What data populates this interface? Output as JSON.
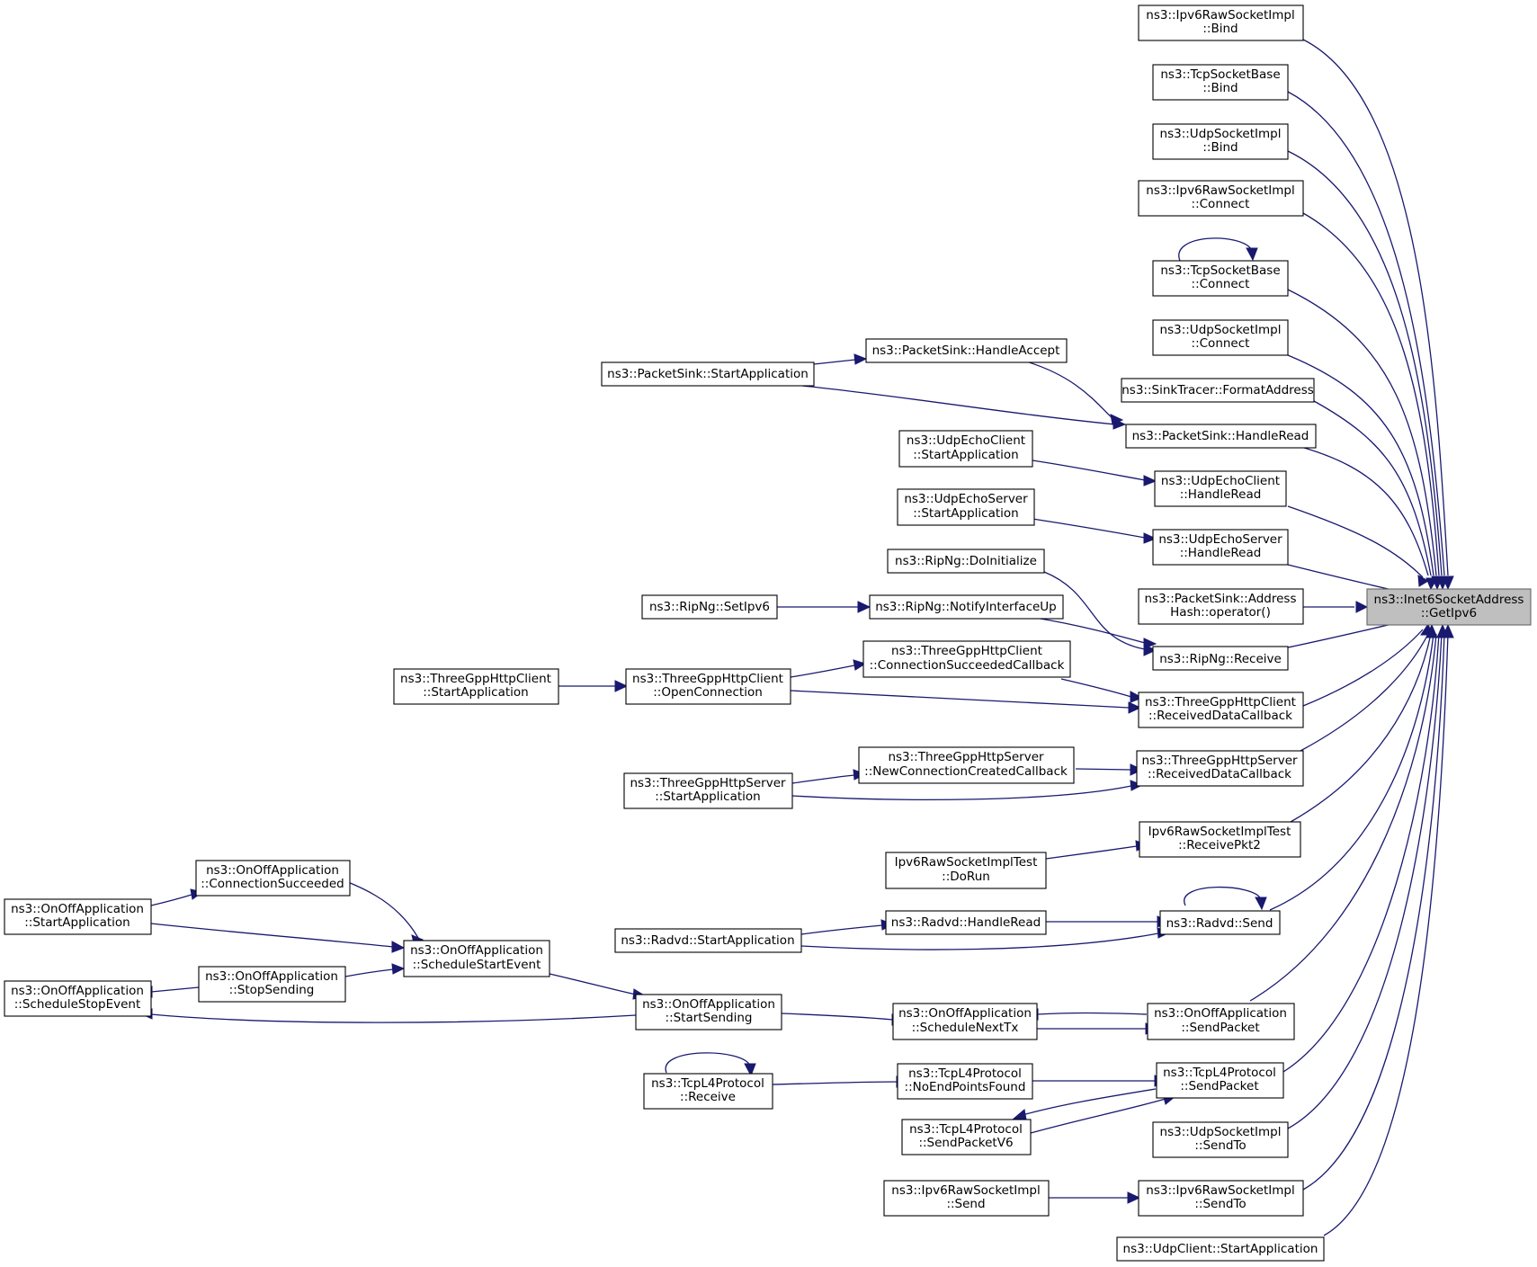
{
  "colors": {
    "edge": "#191970",
    "target_fill": "#bfbfbf",
    "node_fill": "#ffffff"
  },
  "nodes": {
    "target": {
      "l1": "ns3::Inet6SocketAddress",
      "l2": "::GetIpv6"
    },
    "ipv6raw_bind": {
      "l1": "ns3::Ipv6RawSocketImpl",
      "l2": "::Bind"
    },
    "tcpbase_bind": {
      "l1": "ns3::TcpSocketBase",
      "l2": "::Bind"
    },
    "udpsock_bind": {
      "l1": "ns3::UdpSocketImpl",
      "l2": "::Bind"
    },
    "ipv6raw_connect": {
      "l1": "ns3::Ipv6RawSocketImpl",
      "l2": "::Connect"
    },
    "tcpbase_connect": {
      "l1": "ns3::TcpSocketBase",
      "l2": "::Connect"
    },
    "udpsock_connect": {
      "l1": "ns3::UdpSocketImpl",
      "l2": "::Connect"
    },
    "sinktracer": {
      "l1": "ns3::SinkTracer::FormatAddress"
    },
    "packetsink_handleread": {
      "l1": "ns3::PacketSink::HandleRead"
    },
    "packetsink_handleaccept": {
      "l1": "ns3::PacketSink::HandleAccept"
    },
    "packetsink_start": {
      "l1": "ns3::PacketSink::StartApplication"
    },
    "udpechoclient_start": {
      "l1": "ns3::UdpEchoClient",
      "l2": "::StartApplication"
    },
    "udpechoclient_handleread": {
      "l1": "ns3::UdpEchoClient",
      "l2": "::HandleRead"
    },
    "udpechoserver_start": {
      "l1": "ns3::UdpEchoServer",
      "l2": "::StartApplication"
    },
    "udpechoserver_handleread": {
      "l1": "ns3::UdpEchoServer",
      "l2": "::HandleRead"
    },
    "ripng_doinit": {
      "l1": "ns3::RipNg::DoInitialize"
    },
    "packetsink_addresshash": {
      "l1": "ns3::PacketSink::Address",
      "l2": "Hash::operator()"
    },
    "ripng_setipv6": {
      "l1": "ns3::RipNg::SetIpv6"
    },
    "ripng_notify": {
      "l1": "ns3::RipNg::NotifyInterfaceUp"
    },
    "ripng_receive": {
      "l1": "ns3::RipNg::Receive"
    },
    "tgclient_connsucc": {
      "l1": "ns3::ThreeGppHttpClient",
      "l2": "::ConnectionSucceededCallback"
    },
    "tgclient_start": {
      "l1": "ns3::ThreeGppHttpClient",
      "l2": "::StartApplication"
    },
    "tgclient_open": {
      "l1": "ns3::ThreeGppHttpClient",
      "l2": "::OpenConnection"
    },
    "tgclient_recv": {
      "l1": "ns3::ThreeGppHttpClient",
      "l2": "::ReceivedDataCallback"
    },
    "tgserver_newconn": {
      "l1": "ns3::ThreeGppHttpServer",
      "l2": "::NewConnectionCreatedCallback"
    },
    "tgserver_start": {
      "l1": "ns3::ThreeGppHttpServer",
      "l2": "::StartApplication"
    },
    "tgserver_recv": {
      "l1": "ns3::ThreeGppHttpServer",
      "l2": "::ReceivedDataCallback"
    },
    "ipv6rawtest_recv": {
      "l1": "Ipv6RawSocketImplTest",
      "l2": "::ReceivePkt2"
    },
    "ipv6rawtest_dorun": {
      "l1": "Ipv6RawSocketImplTest",
      "l2": "::DoRun"
    },
    "onoff_connsucc": {
      "l1": "ns3::OnOffApplication",
      "l2": "::ConnectionSucceeded"
    },
    "onoff_start": {
      "l1": "ns3::OnOffApplication",
      "l2": "::StartApplication"
    },
    "radvd_handleread": {
      "l1": "ns3::Radvd::HandleRead"
    },
    "radvd_send": {
      "l1": "ns3::Radvd::Send"
    },
    "radvd_start": {
      "l1": "ns3::Radvd::StartApplication"
    },
    "onoff_schedstart": {
      "l1": "ns3::OnOffApplication",
      "l2": "::ScheduleStartEvent"
    },
    "onoff_schedstop": {
      "l1": "ns3::OnOffApplication",
      "l2": "::ScheduleStopEvent"
    },
    "onoff_stopsending": {
      "l1": "ns3::OnOffApplication",
      "l2": "::StopSending"
    },
    "onoff_startsending": {
      "l1": "ns3::OnOffApplication",
      "l2": "::StartSending"
    },
    "onoff_schednext": {
      "l1": "ns3::OnOffApplication",
      "l2": "::ScheduleNextTx"
    },
    "onoff_sendpacket": {
      "l1": "ns3::OnOffApplication",
      "l2": "::SendPacket"
    },
    "tcpl4_receive": {
      "l1": "ns3::TcpL4Protocol",
      "l2": "::Receive"
    },
    "tcpl4_noend": {
      "l1": "ns3::TcpL4Protocol",
      "l2": "::NoEndPointsFound"
    },
    "tcpl4_sendpacket": {
      "l1": "ns3::TcpL4Protocol",
      "l2": "::SendPacket"
    },
    "tcpl4_sendpacketv6": {
      "l1": "ns3::TcpL4Protocol",
      "l2": "::SendPacketV6"
    },
    "udpsock_sendto": {
      "l1": "ns3::UdpSocketImpl",
      "l2": "::SendTo"
    },
    "ipv6raw_send": {
      "l1": "ns3::Ipv6RawSocketImpl",
      "l2": "::Send"
    },
    "ipv6raw_sendto": {
      "l1": "ns3::Ipv6RawSocketImpl",
      "l2": "::SendTo"
    },
    "udpclient_start": {
      "l1": "ns3::UdpClient::StartApplication"
    }
  }
}
